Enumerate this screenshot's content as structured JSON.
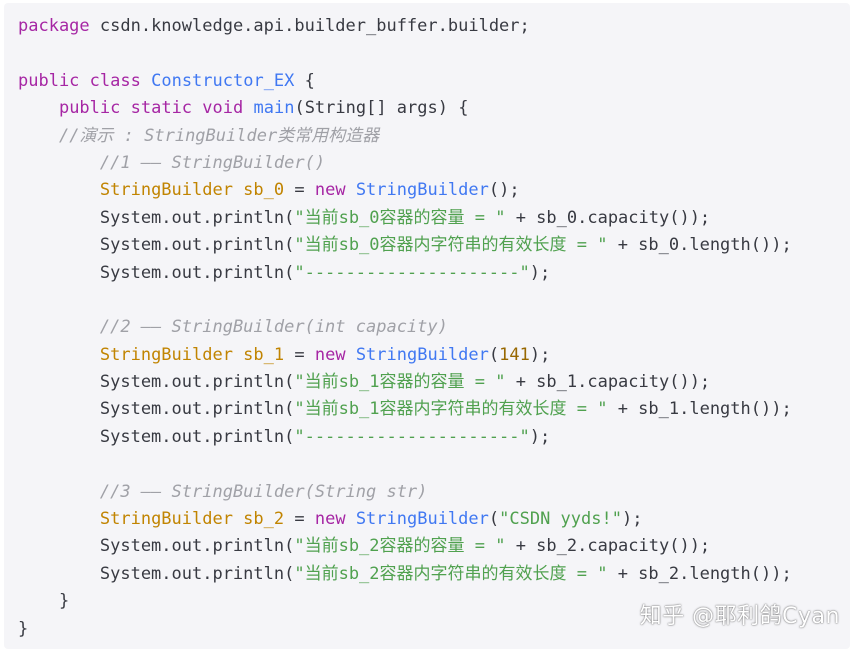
{
  "code": {
    "lines": [
      [
        {
          "t": "kw",
          "v": "package"
        },
        {
          "t": "",
          "v": " csdn.knowledge.api.builder_buffer.builder;"
        }
      ],
      [],
      [
        {
          "t": "kw",
          "v": "public"
        },
        {
          "t": "",
          "v": " "
        },
        {
          "t": "kw",
          "v": "class"
        },
        {
          "t": "",
          "v": " "
        },
        {
          "t": "cls",
          "v": "Constructor_EX"
        },
        {
          "t": "",
          "v": " {"
        }
      ],
      [
        {
          "t": "",
          "v": "    "
        },
        {
          "t": "kw",
          "v": "public"
        },
        {
          "t": "",
          "v": " "
        },
        {
          "t": "kw",
          "v": "static"
        },
        {
          "t": "",
          "v": " "
        },
        {
          "t": "kw",
          "v": "void"
        },
        {
          "t": "",
          "v": " "
        },
        {
          "t": "cls",
          "v": "main"
        },
        {
          "t": "",
          "v": "(String[] args) {"
        }
      ],
      [
        {
          "t": "",
          "v": "    "
        },
        {
          "t": "cmt",
          "v": "//演示 : StringBuilder类常用构造器"
        }
      ],
      [
        {
          "t": "",
          "v": "        "
        },
        {
          "t": "cmt",
          "v": "//1 —— StringBuilder()"
        }
      ],
      [
        {
          "t": "",
          "v": "        "
        },
        {
          "t": "type",
          "v": "StringBuilder sb_0"
        },
        {
          "t": "",
          "v": " = "
        },
        {
          "t": "kw",
          "v": "new"
        },
        {
          "t": "",
          "v": " "
        },
        {
          "t": "cls",
          "v": "StringBuilder"
        },
        {
          "t": "",
          "v": "();"
        }
      ],
      [
        {
          "t": "",
          "v": "        System.out.println("
        },
        {
          "t": "str",
          "v": "\"当前sb_0容器的容量 = \""
        },
        {
          "t": "",
          "v": " + sb_0.capacity());"
        }
      ],
      [
        {
          "t": "",
          "v": "        System.out.println("
        },
        {
          "t": "str",
          "v": "\"当前sb_0容器内字符串的有效长度 = \""
        },
        {
          "t": "",
          "v": " + sb_0.length());"
        }
      ],
      [
        {
          "t": "",
          "v": "        System.out.println("
        },
        {
          "t": "str",
          "v": "\"---------------------\""
        },
        {
          "t": "",
          "v": ");"
        }
      ],
      [],
      [
        {
          "t": "",
          "v": "        "
        },
        {
          "t": "cmt",
          "v": "//2 —— StringBuilder(int capacity)"
        }
      ],
      [
        {
          "t": "",
          "v": "        "
        },
        {
          "t": "type",
          "v": "StringBuilder sb_1"
        },
        {
          "t": "",
          "v": " = "
        },
        {
          "t": "kw",
          "v": "new"
        },
        {
          "t": "",
          "v": " "
        },
        {
          "t": "cls",
          "v": "StringBuilder"
        },
        {
          "t": "",
          "v": "("
        },
        {
          "t": "num",
          "v": "141"
        },
        {
          "t": "",
          "v": ");"
        }
      ],
      [
        {
          "t": "",
          "v": "        System.out.println("
        },
        {
          "t": "str",
          "v": "\"当前sb_1容器的容量 = \""
        },
        {
          "t": "",
          "v": " + sb_1.capacity());"
        }
      ],
      [
        {
          "t": "",
          "v": "        System.out.println("
        },
        {
          "t": "str",
          "v": "\"当前sb_1容器内字符串的有效长度 = \""
        },
        {
          "t": "",
          "v": " + sb_1.length());"
        }
      ],
      [
        {
          "t": "",
          "v": "        System.out.println("
        },
        {
          "t": "str",
          "v": "\"---------------------\""
        },
        {
          "t": "",
          "v": ");"
        }
      ],
      [],
      [
        {
          "t": "",
          "v": "        "
        },
        {
          "t": "cmt",
          "v": "//3 —— StringBuilder(String str)"
        }
      ],
      [
        {
          "t": "",
          "v": "        "
        },
        {
          "t": "type",
          "v": "StringBuilder sb_2"
        },
        {
          "t": "",
          "v": " = "
        },
        {
          "t": "kw",
          "v": "new"
        },
        {
          "t": "",
          "v": " "
        },
        {
          "t": "cls",
          "v": "StringBuilder"
        },
        {
          "t": "",
          "v": "("
        },
        {
          "t": "str",
          "v": "\"CSDN yyds!\""
        },
        {
          "t": "",
          "v": ");"
        }
      ],
      [
        {
          "t": "",
          "v": "        System.out.println("
        },
        {
          "t": "str",
          "v": "\"当前sb_2容器的容量 = \""
        },
        {
          "t": "",
          "v": " + sb_2.capacity());"
        }
      ],
      [
        {
          "t": "",
          "v": "        System.out.println("
        },
        {
          "t": "str",
          "v": "\"当前sb_2容器内字符串的有效长度 = \""
        },
        {
          "t": "",
          "v": " + sb_2.length());"
        }
      ],
      [
        {
          "t": "",
          "v": "    }"
        }
      ],
      [
        {
          "t": "",
          "v": "}"
        }
      ]
    ]
  },
  "watermark": "知乎 @耶利鸽Cyan",
  "colors": {
    "background": "#f5f5f8",
    "keyword": "#a626a4",
    "class_name": "#4078f2",
    "type": "#c18401",
    "string": "#50a14f",
    "number": "#986801",
    "comment": "#a0a1a7"
  }
}
